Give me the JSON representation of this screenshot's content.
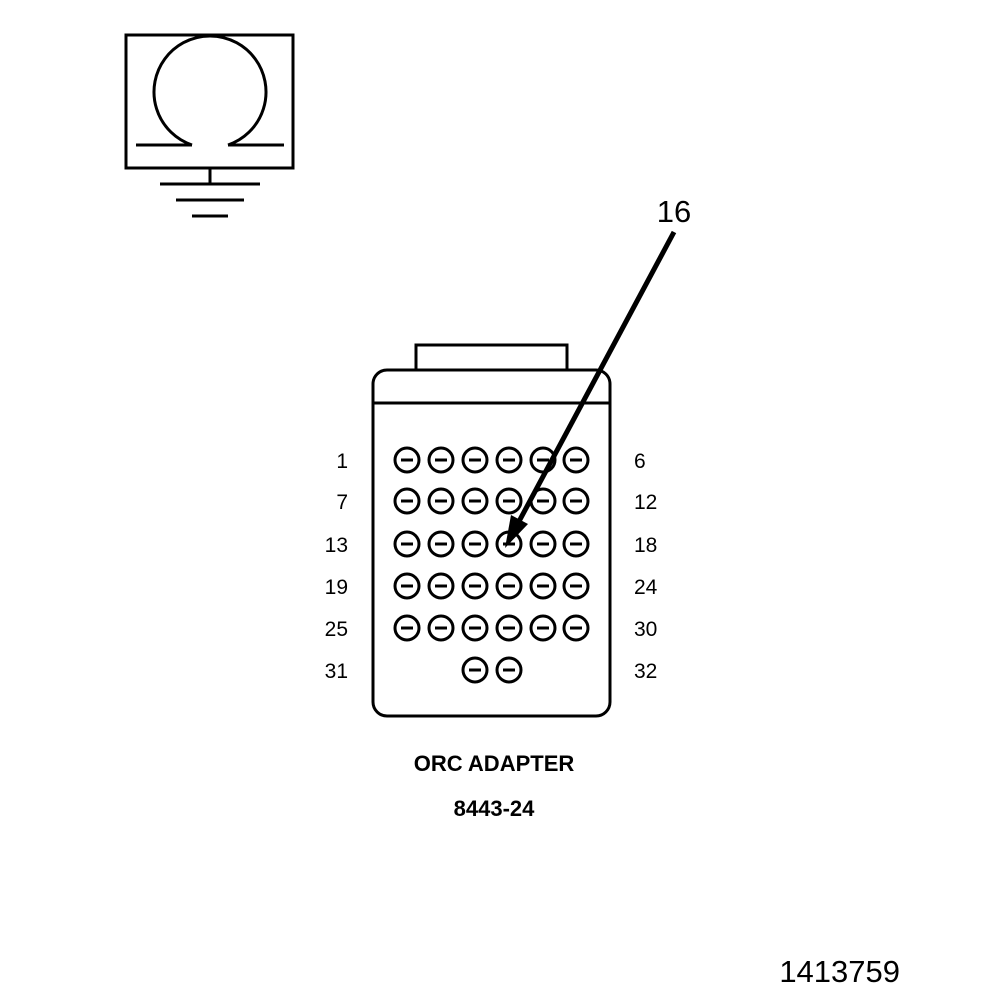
{
  "meter": {
    "icon": "ohmmeter-icon",
    "ground_icon": "ground-icon"
  },
  "callout": {
    "label": "16"
  },
  "connector": {
    "left_labels": [
      "1",
      "7",
      "13",
      "19",
      "25",
      "31"
    ],
    "right_labels": [
      "6",
      "12",
      "18",
      "24",
      "30",
      "32"
    ],
    "highlighted_pin": 16
  },
  "caption": {
    "name": "ORC ADAPTER",
    "part_number": "8443-24"
  },
  "figure_id": "1413759"
}
